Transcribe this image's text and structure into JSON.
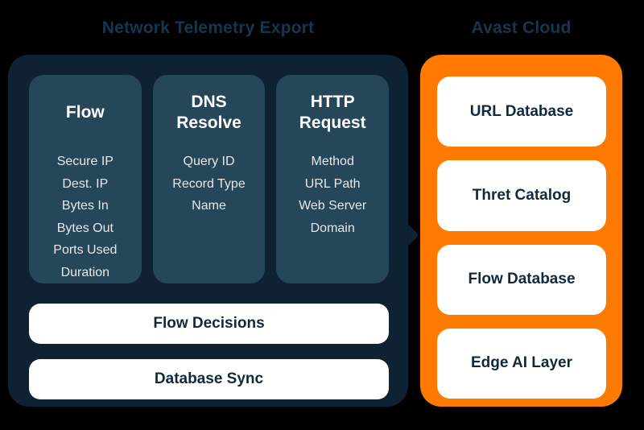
{
  "colors": {
    "background": "#000000",
    "panel_dark": "#0E2233",
    "column_bg": "#254759",
    "accent_orange": "#FF7A00",
    "card_white": "#FFFFFF",
    "text_dark_navy": "#12293A",
    "item_text_light": "#E4E9EC",
    "title_text": "#15364D"
  },
  "left_panel": {
    "title": "Network Telemetry Export",
    "columns": [
      {
        "heading": "Flow",
        "items": [
          "Secure IP",
          "Dest. IP",
          "Bytes In",
          "Bytes Out",
          "Ports Used",
          "Duration"
        ]
      },
      {
        "heading": "DNS Resolve",
        "items": [
          "Query ID",
          "Record Type",
          "Name"
        ]
      },
      {
        "heading": "HTTP Request",
        "items": [
          "Method",
          "URL Path",
          "Web Server Domain"
        ]
      }
    ],
    "bars": [
      "Flow Decisions",
      "Database Sync"
    ]
  },
  "right_panel": {
    "title": "Avast Cloud",
    "boxes": [
      "URL Database",
      "Thret Catalog",
      "Flow Database",
      "Edge AI Layer"
    ]
  }
}
